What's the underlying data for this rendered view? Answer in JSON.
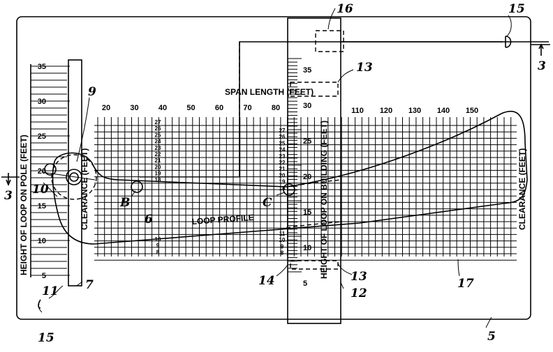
{
  "labels": {
    "span_length": "SPAN LENGTH (FEET)",
    "loop_profile": "LOOP PROFILE",
    "pole_axis": "HEIGHT OF LOOP ON POLE (FEET)",
    "building_axis": "HEIGHT OF LOOP ON BUILDING (FEET)",
    "clearance_left": "CLEARANCE (FEET)",
    "clearance_right": "CLEARANCE (FEET)"
  },
  "refs": {
    "r5": "5",
    "r6": "6",
    "r7": "7",
    "r9": "9",
    "r10": "10",
    "r11": "11",
    "r12": "12",
    "r13a": "13",
    "r13b": "13",
    "r14": "14",
    "r15a": "15",
    "r15b": "15",
    "r16": "16",
    "r17": "17",
    "r3a": "3",
    "r3b": "3",
    "pB": "B",
    "pC": "C"
  },
  "span_ticks_left": [
    "20",
    "30",
    "40",
    "50",
    "60",
    "70",
    "80"
  ],
  "span_ticks_right": [
    "110",
    "120",
    "130",
    "140",
    "150"
  ],
  "pole_ticks": [
    "35",
    "30",
    "25",
    "20",
    "15",
    "10",
    "5"
  ],
  "building_ticks": [
    "35",
    "30",
    "25",
    "20",
    "15",
    "10",
    "5"
  ],
  "clearance_col_left_top": [
    "27",
    "26",
    "25",
    "24",
    "23",
    "22",
    "21",
    "20",
    "19",
    "18"
  ],
  "clearance_col_right_top": [
    "27",
    "26",
    "25",
    "24",
    "23",
    "22",
    "21",
    "20",
    "19",
    "18"
  ],
  "clearance_col_left_bottom": [
    "10",
    "9",
    "8"
  ],
  "clearance_col_right_bottom": [
    "11",
    "10",
    "9",
    "8"
  ]
}
